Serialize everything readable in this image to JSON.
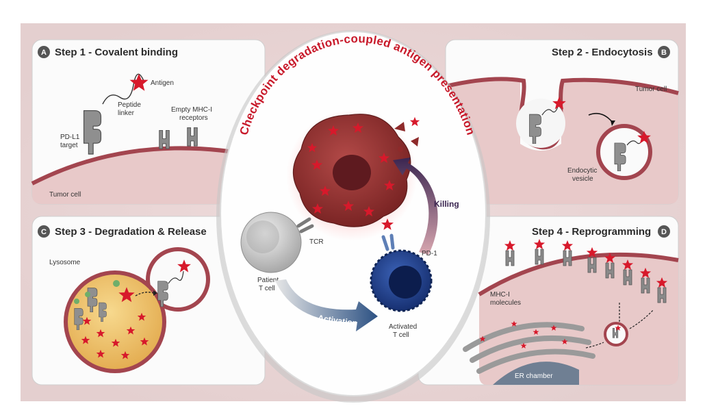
{
  "center": {
    "title": "Checkpoint degradation-coupled antigen presentation",
    "killing_label": "Killing",
    "activation_label": "Activation",
    "tcr_label": "TCR",
    "pd1_label": "PD-1",
    "patient_tcell_label": [
      "Patient",
      "T cell"
    ],
    "activated_tcell_label": [
      "Activated",
      "T cell"
    ]
  },
  "step1": {
    "badge": "A",
    "title": "Step 1 - Covalent binding",
    "antigen_label": "Antigen",
    "linker_label": [
      "Peptide",
      "linker"
    ],
    "target_label": [
      "PD-L1",
      "target"
    ],
    "receptors_label": [
      "Empty MHC-I",
      "receptors"
    ],
    "cell_label": "Tumor cell"
  },
  "step2": {
    "badge": "B",
    "title": "Step 2 - Endocytosis",
    "cell_label": "Tumor cell",
    "vesicle_label": [
      "Endocytic",
      "vesicle"
    ]
  },
  "step3": {
    "badge": "C",
    "title": "Step 3 - Degradation & Release",
    "lysosome_label": "Lysosome"
  },
  "step4": {
    "badge": "D",
    "title": "Step 4 - Reprogramming",
    "mhc_label": [
      "MHC-I",
      "molecules"
    ],
    "er_label": "ER chamber"
  },
  "colors": {
    "accent_red": "#c8192a",
    "star_red": "#d7192b",
    "membrane": "#a3454f",
    "cytoplasm": "#e8c9c9",
    "badge": "#555555",
    "tcell_grey": "#bdbdbd",
    "activated_blue": "#1f3f85",
    "tumor_red": "#8e2a2a",
    "lysosome": "#f0c66a"
  }
}
